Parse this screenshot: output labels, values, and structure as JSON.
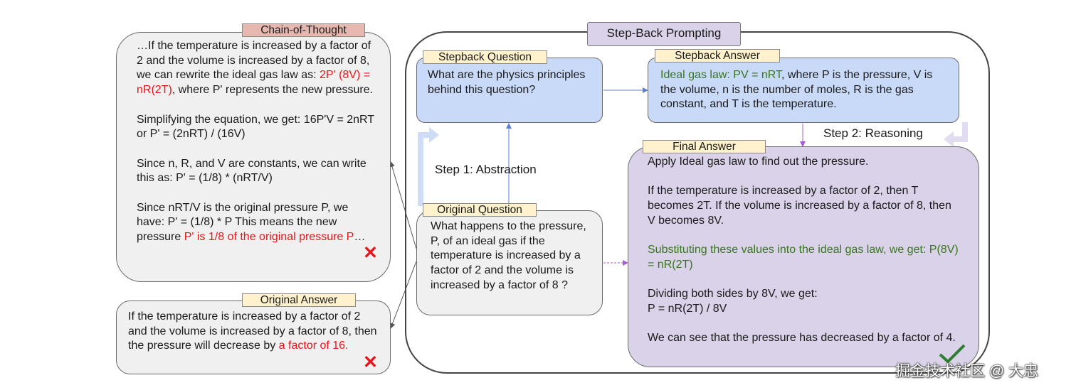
{
  "cot": {
    "tag": "Chain-of-Thought",
    "p1_pre": "…If the temperature is increased by a factor of 2 and the volume is increased by a factor of 8, we can rewrite the ideal gas law as: ",
    "p1_red": "2P' (8V) = nR(2T)",
    "p1_post": ", where P' represents the new pressure.",
    "p2": "Simplifying the equation, we get: 16P'V = 2nRT or P' = (2nRT) / (16V)",
    "p3": "Since n, R, and V are constants, we can write this as: P' = (1/8) * (nRT/V)",
    "p4_pre": "Since nRT/V is the original pressure P, we have: P' = (1/8) * P This means the new pressure ",
    "p4_red": "P' is 1/8 of the original pressure P",
    "p4_post": "…"
  },
  "original_answer": {
    "tag": "Original Answer",
    "text_pre": "If the temperature is increased by a factor of 2 and the volume is increased by a factor of 8, then the pressure will decrease by ",
    "text_red": "a factor of 16."
  },
  "stepback": {
    "title": "Step-Back Prompting",
    "step1": "Step 1: Abstraction",
    "step2": "Step 2: Reasoning"
  },
  "stepback_question": {
    "tag": "Stepback Question",
    "text": "What are the physics principles behind this question?"
  },
  "stepback_answer": {
    "tag": "Stepback Answer",
    "text_green": "Ideal gas law: PV = nRT",
    "text_post": ", where P is the pressure, V is the volume, n is the number of moles, R is the gas constant, and T is the temperature."
  },
  "original_question": {
    "tag": "Original Question",
    "text": "What happens to the pressure, P, of an ideal gas if the temperature is increased by a factor of 2 and the volume is increased by a factor of 8 ?"
  },
  "final_answer": {
    "tag": "Final Answer",
    "p1": "Apply Ideal gas law to find out the pressure.",
    "p2": "If the temperature is increased by a factor of 2, then T becomes 2T. If the volume is increased by a factor of 8, then V becomes 8V.",
    "p3_green": "Substituting these values into the ideal gas law, we get: P(8V) = nR(2T)",
    "p4_l1": "Dividing both sides by 8V, we get:",
    "p4_l2": "P = nR(2T) / 8V",
    "p5": "We can see that the pressure has decreased by a factor of 4."
  },
  "watermark": "掘金技术社区 @ 大忠",
  "icons": {
    "wrong": "cross-mark-icon",
    "right": "check-mark-icon"
  },
  "colors": {
    "red": "#e8141a",
    "green": "#38761d",
    "blue_box": "#c9daf8",
    "purple_box": "#d9d2e9",
    "grey_box": "#f0f0f0",
    "yellow_tag": "#fff2cc",
    "pink_tag": "#e6b8af"
  }
}
